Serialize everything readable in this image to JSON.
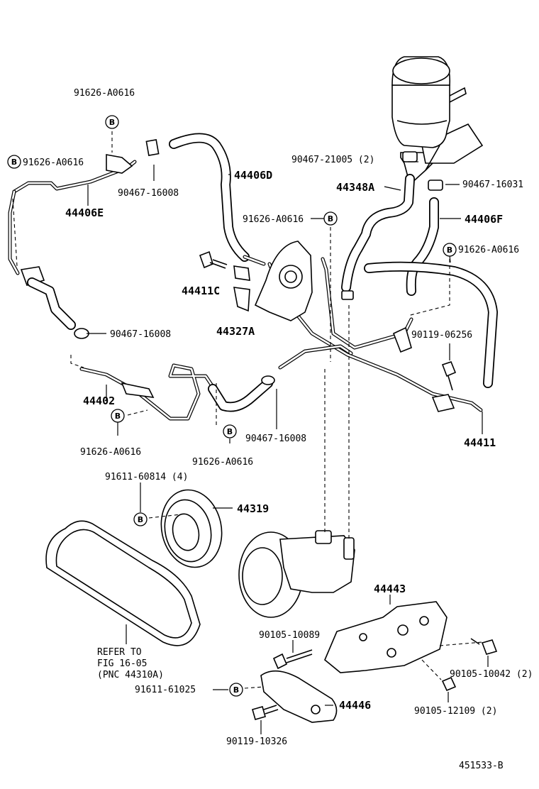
{
  "symbol": "B",
  "labels": {
    "c1": "91626-A0616",
    "c2": "91626-A0616",
    "c3": "90467-16008",
    "c4": "44406E",
    "c5": "44406D",
    "c6": "91626-A0616",
    "c7": "44411C",
    "c8": "44327A",
    "c9": "90467-16008",
    "c10": "44402",
    "c11": "91626-A0616",
    "c12": "90467-16008",
    "c13": "91626-A0616",
    "c14": "90467-21005 (2)",
    "c15": "44348A",
    "c16": "90467-16031",
    "c17": "44406F",
    "c18": "91626-A0616",
    "c19": "90119-06256",
    "c20": "44411",
    "c21": "91611-60814 (4)",
    "c22": "44319",
    "c23": "44443",
    "c24": "90105-10089",
    "c25": "90105-10042 (2)",
    "c26": "91611-61025",
    "c27": "44446",
    "c28": "90105-12109 (2)",
    "c29": "90119-10326",
    "c30": "REFER TO",
    "c31": "FIG 16-05",
    "c32": "(PNC 44310A)",
    "c33": "451533-B"
  }
}
